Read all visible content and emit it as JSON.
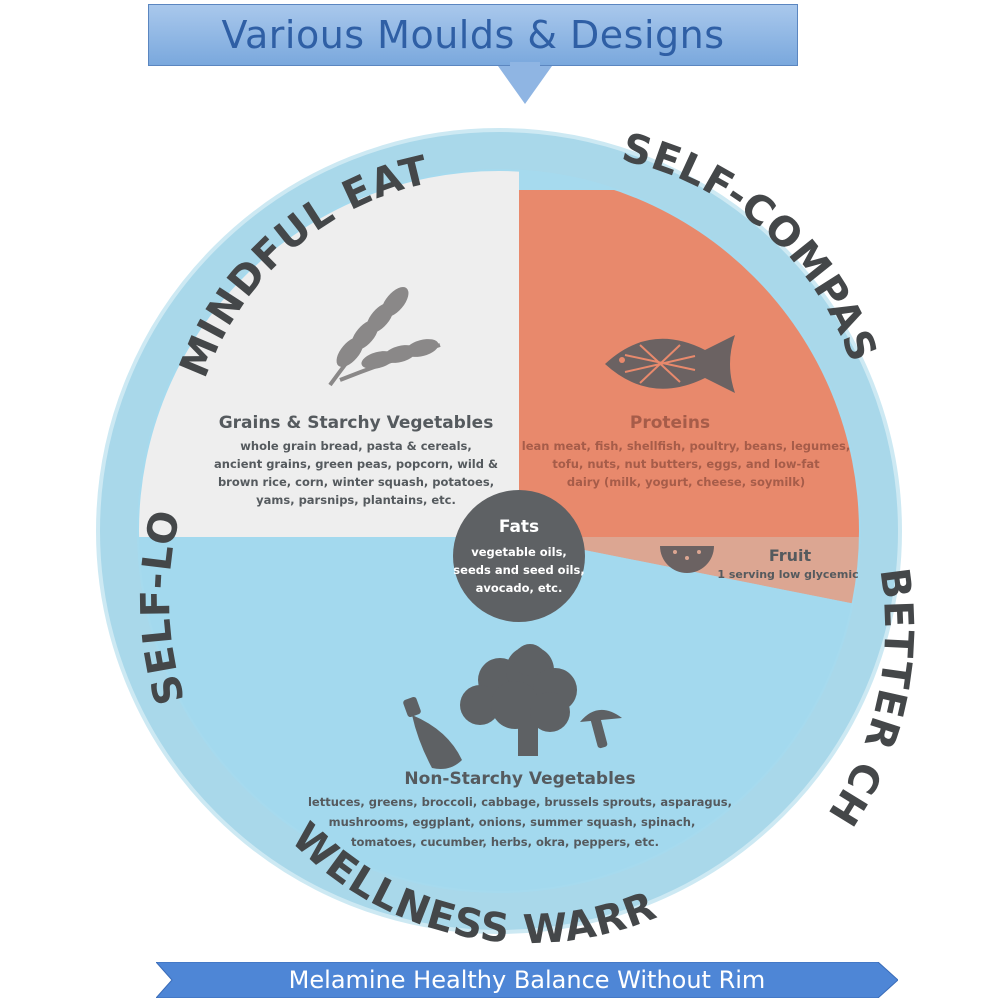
{
  "banner": {
    "top_title": "Various Moulds & Designs",
    "bottom_title": "Melamine Healthy Balance Without Rim"
  },
  "rim_words": {
    "mindful": "MINDFUL EATING",
    "compassion": "SELF-COMPASSION",
    "love": "SELF-LOVE",
    "choices": "BETTER CHOICES",
    "warrior": "WELLNESS WARRIOR"
  },
  "sections": {
    "grains": {
      "title": "Grains & Starchy Vegetables",
      "lines": [
        "whole grain bread, pasta & cereals,",
        "ancient grains, green peas, popcorn, wild &",
        "brown rice, corn, winter squash, potatoes,",
        "yams, parsnips, plantains, etc."
      ]
    },
    "proteins": {
      "title": "Proteins",
      "lines": [
        "lean meat, fish, shellfish, poultry, beans, legumes,",
        "tofu, nuts, nut butters, eggs, and low-fat",
        "dairy (milk, yogurt, cheese, soymilk)"
      ]
    },
    "fruit": {
      "title": "Fruit",
      "line": "1 serving low glycemic"
    },
    "fats": {
      "title": "Fats",
      "lines": [
        "vegetable oils,",
        "seeds and seed oils,",
        "avocado, etc."
      ]
    },
    "vegetables": {
      "title": "Non-Starchy Vegetables",
      "lines": [
        "lettuces, greens, broccoli, cabbage, brussels sprouts, asparagus,",
        "mushrooms, eggplant, onions, summer squash, spinach,",
        "tomatoes, cucumber, herbs, okra, peppers, etc."
      ]
    }
  },
  "colors": {
    "banner": "#7aa8dd",
    "plate_rim": "#a8d8ea",
    "vegetables": "#a3d9ee",
    "grains": "#efefef",
    "proteins": "#e8896c",
    "fruit": "#dca692",
    "fats": "#606366",
    "text": "#555a5e"
  },
  "icons": [
    "wheat-icon",
    "fish-icon",
    "watermelon-slice-icon",
    "broccoli-icon",
    "zucchini-icon",
    "mushroom-icon"
  ]
}
